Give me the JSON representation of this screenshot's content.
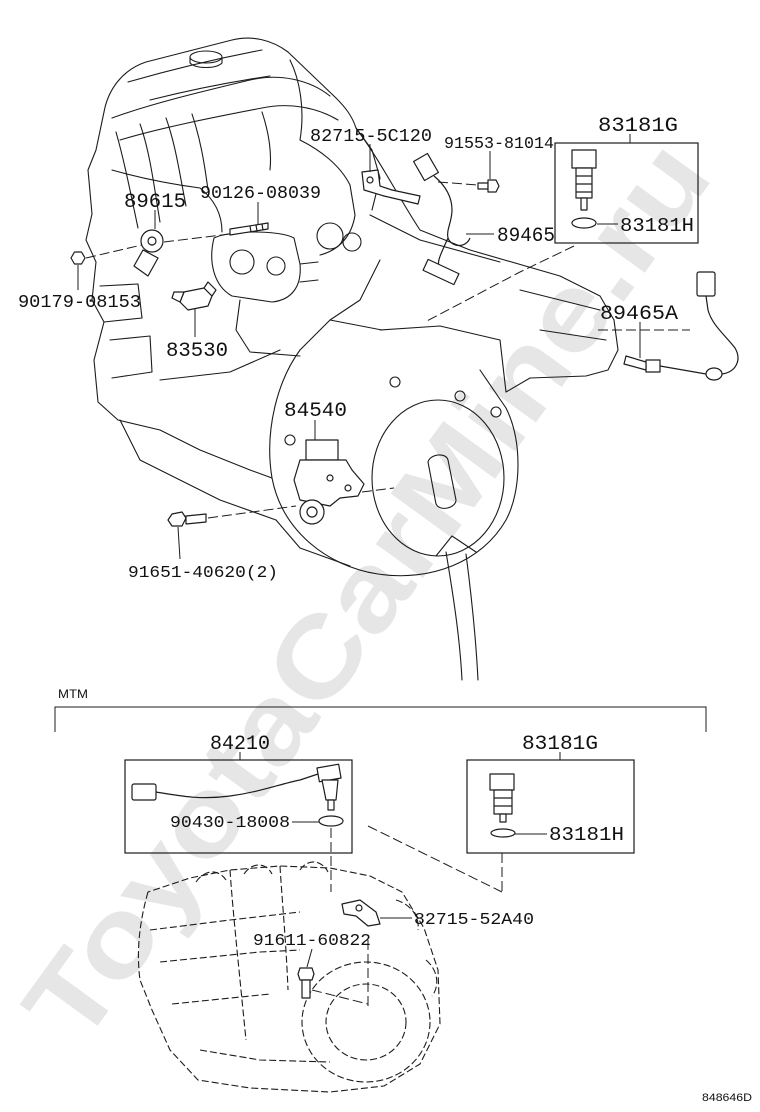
{
  "colors": {
    "background": "#ffffff",
    "line": "#1c1c1c",
    "text": "#111111",
    "watermark": "#e6e6e6"
  },
  "diagram": {
    "watermark": "ToyotaCarMine.ru",
    "drawing_code": "848646D",
    "upper": {
      "callouts": {
        "p82715_5c120": "82715-5C120",
        "p91553_81014": "91553-81014",
        "p83181g": "83181G",
        "p83181h": "83181H",
        "p90126_08039": "90126-08039",
        "p89615": "89615",
        "p89465": "89465",
        "p90179_08153": "90179-08153",
        "p89465a": "89465A",
        "p83530": "83530",
        "p84540": "84540",
        "p91651_40620": "91651-40620(2)"
      }
    },
    "mtm": {
      "label": "MTM",
      "callouts": {
        "p84210": "84210",
        "p90430_18008": "90430-18008",
        "p83181g": "83181G",
        "p83181h": "83181H",
        "p82715_52a40": "82715-52A40",
        "p91611_60822": "91611-60822"
      }
    }
  }
}
